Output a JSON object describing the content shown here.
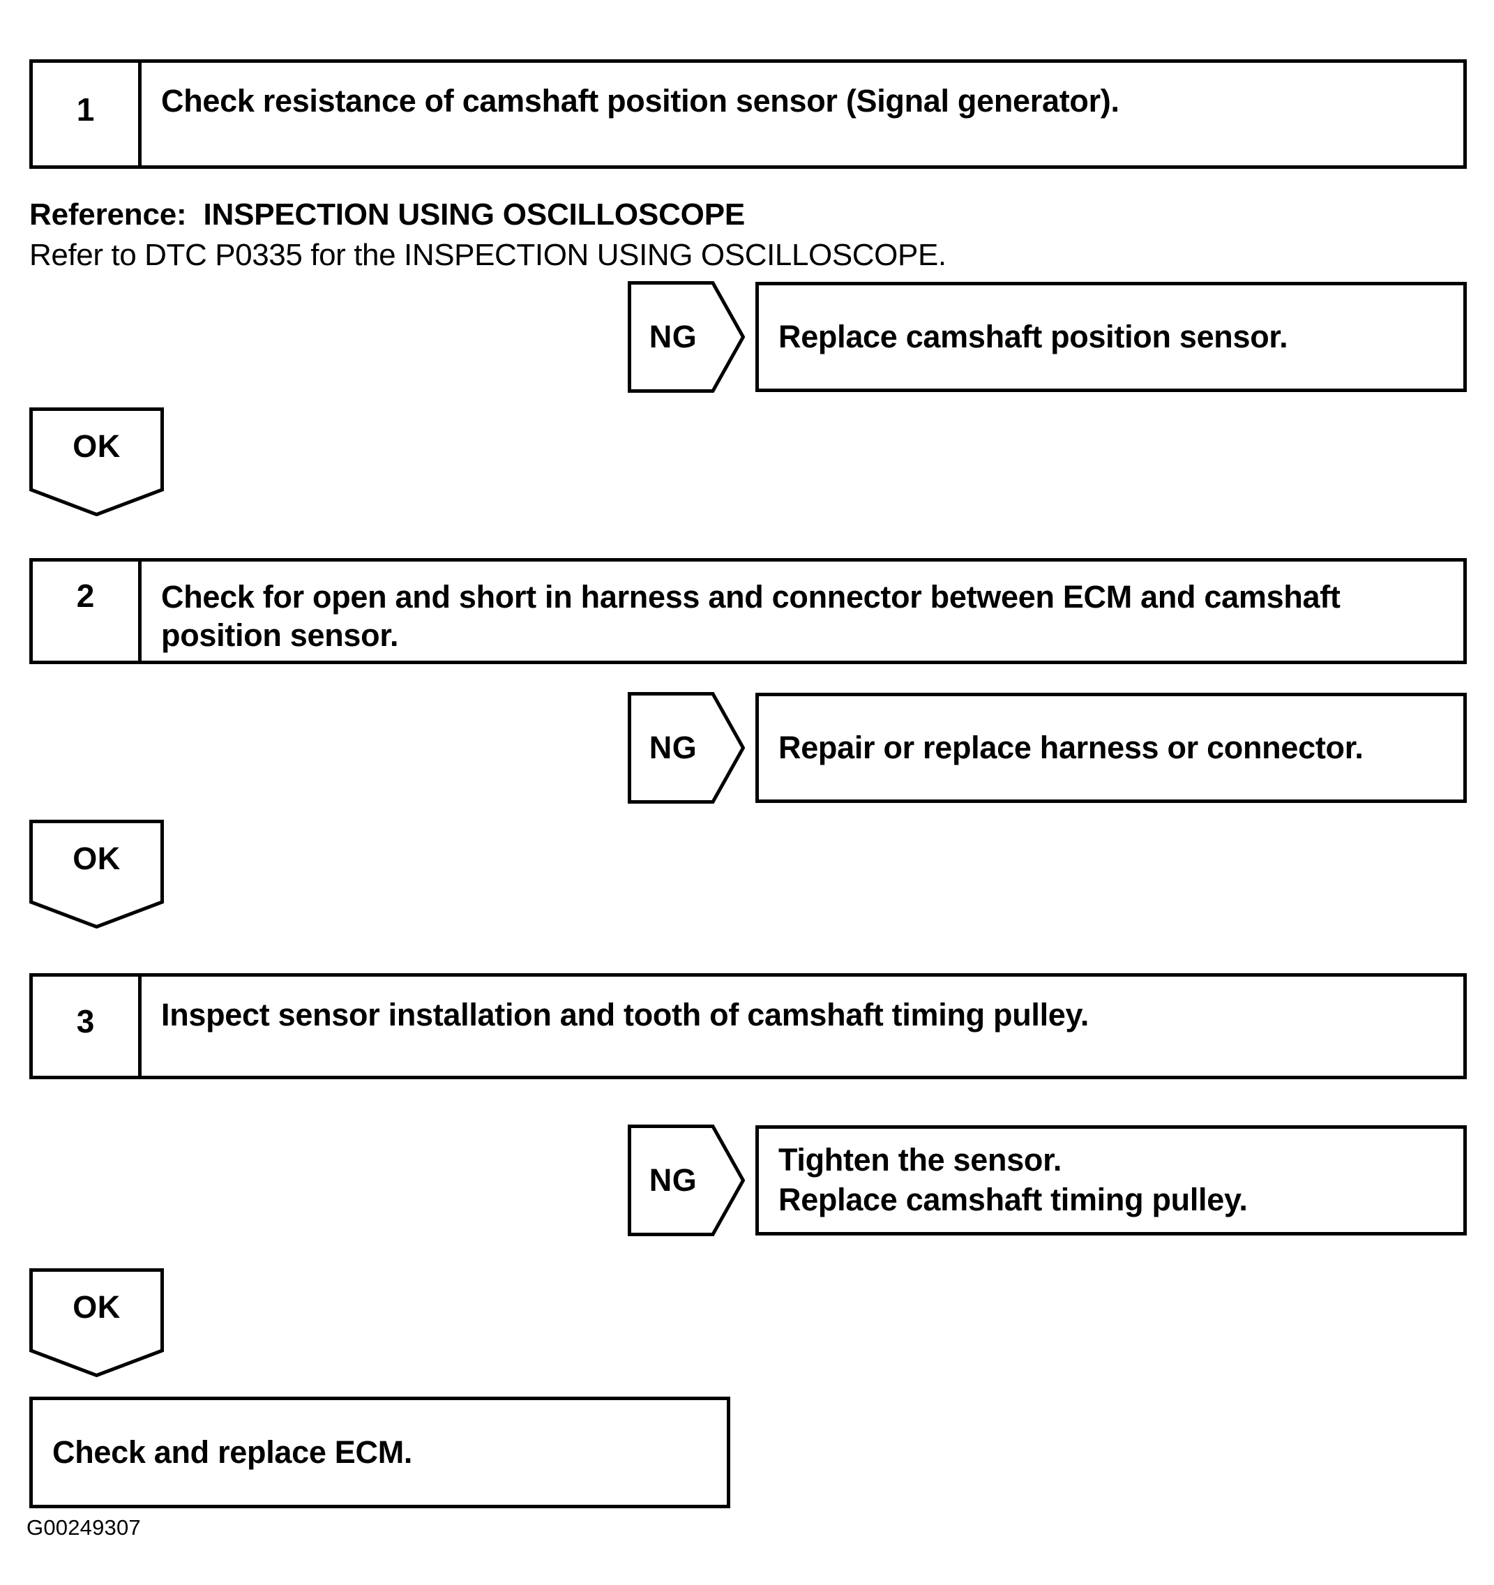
{
  "document": {
    "type": "diagnostic-troubleshooting-flowchart",
    "figure_code": "G00249307"
  },
  "reference": {
    "title": "Reference:  INSPECTION USING OSCILLOSCOPE",
    "subtitle": "Refer to DTC P0335 for the INSPECTION USING OSCILLOSCOPE."
  },
  "steps": [
    {
      "number": "1",
      "text": "Check resistance of camshaft position sensor (Signal generator)."
    },
    {
      "number": "2",
      "text": "Check for open and short in harness and connector between ECM and camshaft position sensor."
    },
    {
      "number": "3",
      "text": "Inspect sensor installation and tooth of camshaft timing pulley."
    }
  ],
  "branches": [
    {
      "label": "NG",
      "action": "Replace camshaft position sensor."
    },
    {
      "label": "NG",
      "action": "Repair or replace harness or connector."
    },
    {
      "label": "NG",
      "action": "Tighten the sensor.\nReplace camshaft timing pulley."
    }
  ],
  "pass_tags": [
    {
      "label": "OK"
    },
    {
      "label": "OK"
    },
    {
      "label": "OK"
    }
  ],
  "final": {
    "text": "Check and replace ECM."
  },
  "colors": {
    "stroke": "#000000",
    "fill": "#ffffff",
    "text": "#000000"
  }
}
